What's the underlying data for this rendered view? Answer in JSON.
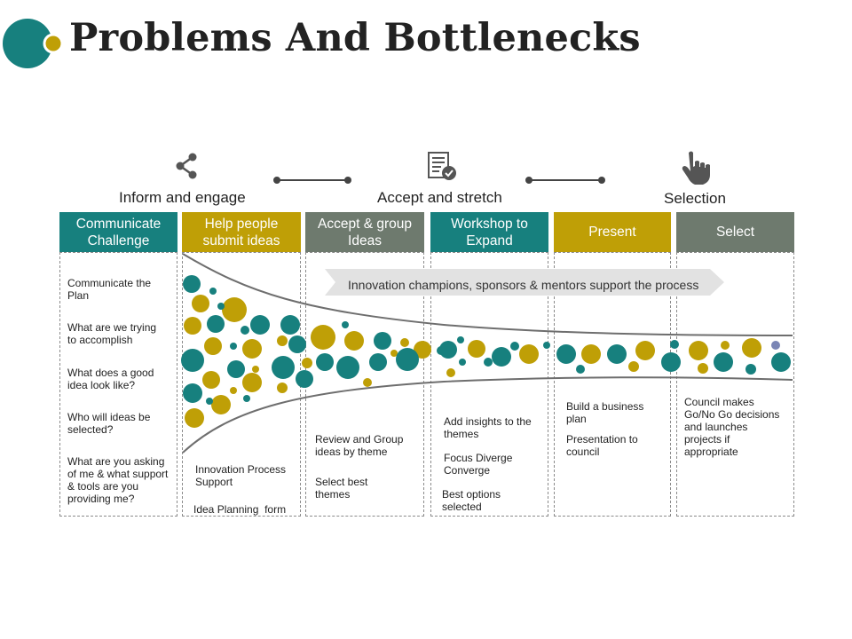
{
  "title": "Problems And Bottlenecks",
  "colors": {
    "teal": "#17807e",
    "gold": "#bf9f06",
    "gray": "#6e7a6e",
    "blue": "#7a85b5"
  },
  "phases": [
    {
      "label": "Inform and engage",
      "icon": "share-icon"
    },
    {
      "label": "Accept and stretch",
      "icon": "checklist-icon"
    },
    {
      "label": "Selection",
      "icon": "hand-pointer-icon"
    }
  ],
  "banner": "Innovation champions, sponsors & mentors support the process",
  "columns": [
    {
      "header": "Communicate Challenge",
      "color": "teal",
      "items": [
        "Communicate the Plan",
        "What are we trying to accomplish",
        "What does a good idea look like?",
        "Who will ideas be selected?",
        "What are you asking of me & what support & tools are you providing me?"
      ]
    },
    {
      "header": "Help people submit ideas",
      "color": "gold",
      "items": [
        "Innovation Process Support",
        "Idea Planning  form"
      ]
    },
    {
      "header": "Accept & group Ideas",
      "color": "gray",
      "items": [
        "Review and Group ideas by theme",
        "Select best themes"
      ]
    },
    {
      "header": "Workshop to Expand",
      "color": "teal",
      "items": [
        "Add insights to the themes",
        "Focus Diverge Converge",
        "Best options selected"
      ]
    },
    {
      "header": "Present",
      "color": "gold",
      "items": [
        "Build a business plan",
        "Presentation to council"
      ]
    },
    {
      "header": "Select",
      "color": "gray",
      "items": [
        "Council makes Go/No Go decisions and launches projects if appropriate"
      ]
    }
  ]
}
